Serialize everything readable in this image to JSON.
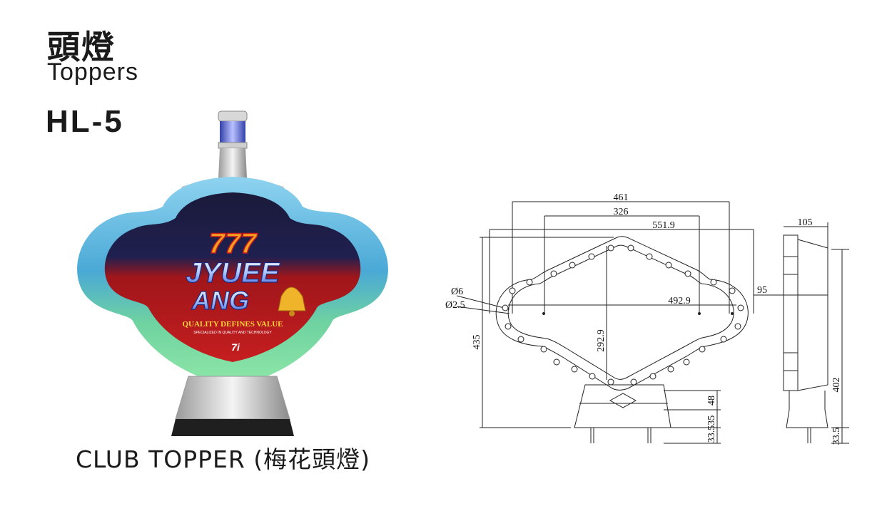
{
  "header": {
    "title_zh": "頭燈",
    "title_en": "Toppers",
    "model": "HL-5"
  },
  "caption": "CLUB TOPPER (梅花頭燈)",
  "product_sign": {
    "digits": "777",
    "brand_line1": "JYUEE",
    "brand_line2": "ANG",
    "slogan": "QUALITY DEFINES VALUE",
    "fine_print": "SPECIALIZED IN QUALITY AND TECHNOLOGY",
    "logo": "7i"
  },
  "dimensions": {
    "width_461": "461",
    "width_326": "326",
    "width_551_9": "551.9",
    "width_492_9": "492.9",
    "hole_6": "Ø6",
    "hole_2_5": "Ø2.5",
    "height_435": "435",
    "height_292_9": "292.9",
    "height_48": "48",
    "height_33_535": "33.535",
    "side_depth_105": "105",
    "side_95": "95",
    "side_height_402": "402",
    "side_33_5": "33.5"
  }
}
